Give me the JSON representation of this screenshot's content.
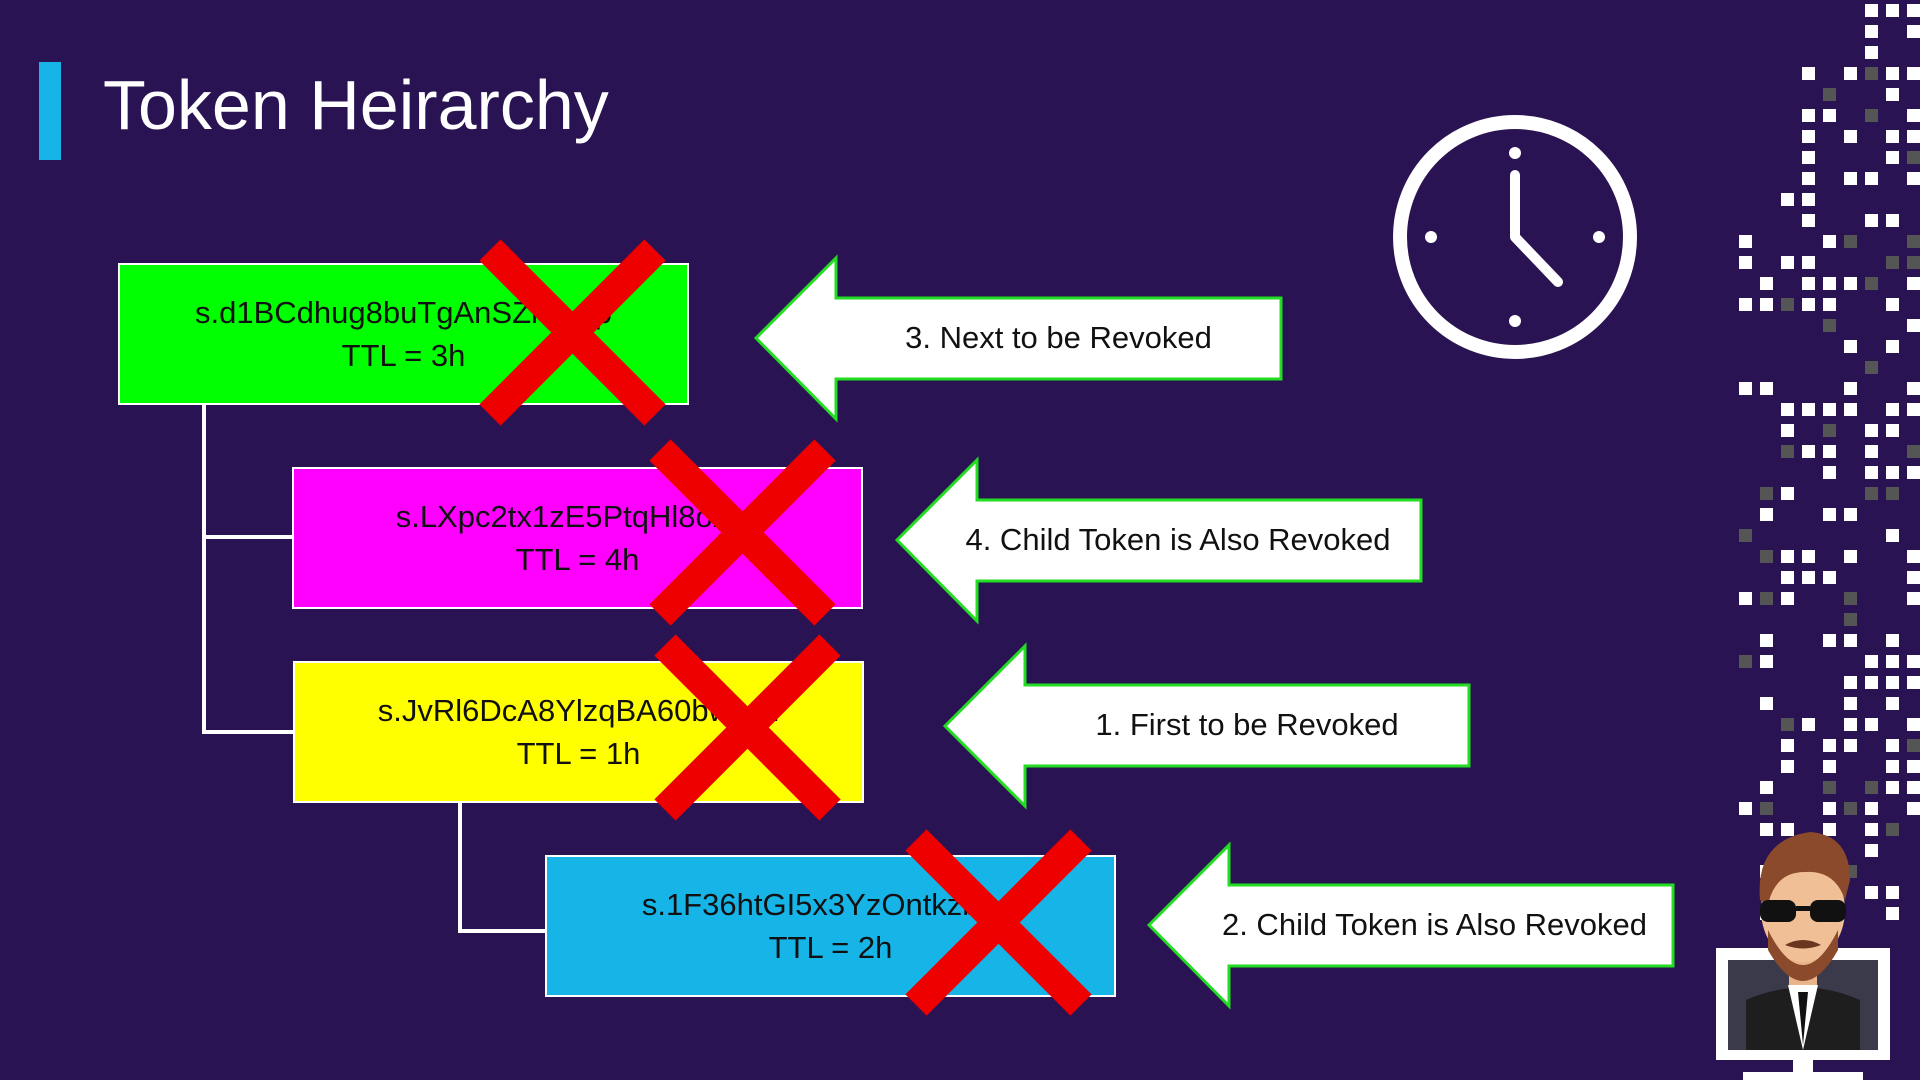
{
  "slide": {
    "title": "Token Heirarchy",
    "accent_color": "#17b4e8",
    "background_color": "#2a1352"
  },
  "tokens": [
    {
      "id": "s.d1BCdhug8buTgAnSZht…ip",
      "ttl": "TTL = 3h",
      "color": "#00ff00",
      "revoked": true
    },
    {
      "id": "s.LXpc2tx1zE5PtqHl8oz…",
      "ttl": "TTL = 4h",
      "color": "#ff00ff",
      "revoked": true
    },
    {
      "id": "s.JvRl6DcA8YlzqBA60bw…d",
      "ttl": "TTL = 1h",
      "color": "#ffff00",
      "revoked": true
    },
    {
      "id": "s.1F36htGI5x3YzOntkzb…t",
      "ttl": "TTL = 2h",
      "color": "#17b4e8",
      "revoked": true
    }
  ],
  "arrows": [
    {
      "label": "3. Next to be Revoked"
    },
    {
      "label": "4. Child Token is Also Revoked"
    },
    {
      "label": "1. First to be Revoked"
    },
    {
      "label": "2. Child Token is Also Revoked"
    }
  ],
  "icons": {
    "clock": "clock-icon",
    "revoke_mark": "x-mark-icon",
    "presenter": "presenter-avatar-icon"
  },
  "colors": {
    "revoke_mark": "#ee0000",
    "arrow_fill": "#ffffff",
    "arrow_outline": "#22dd22",
    "connector": "#ffffff"
  }
}
